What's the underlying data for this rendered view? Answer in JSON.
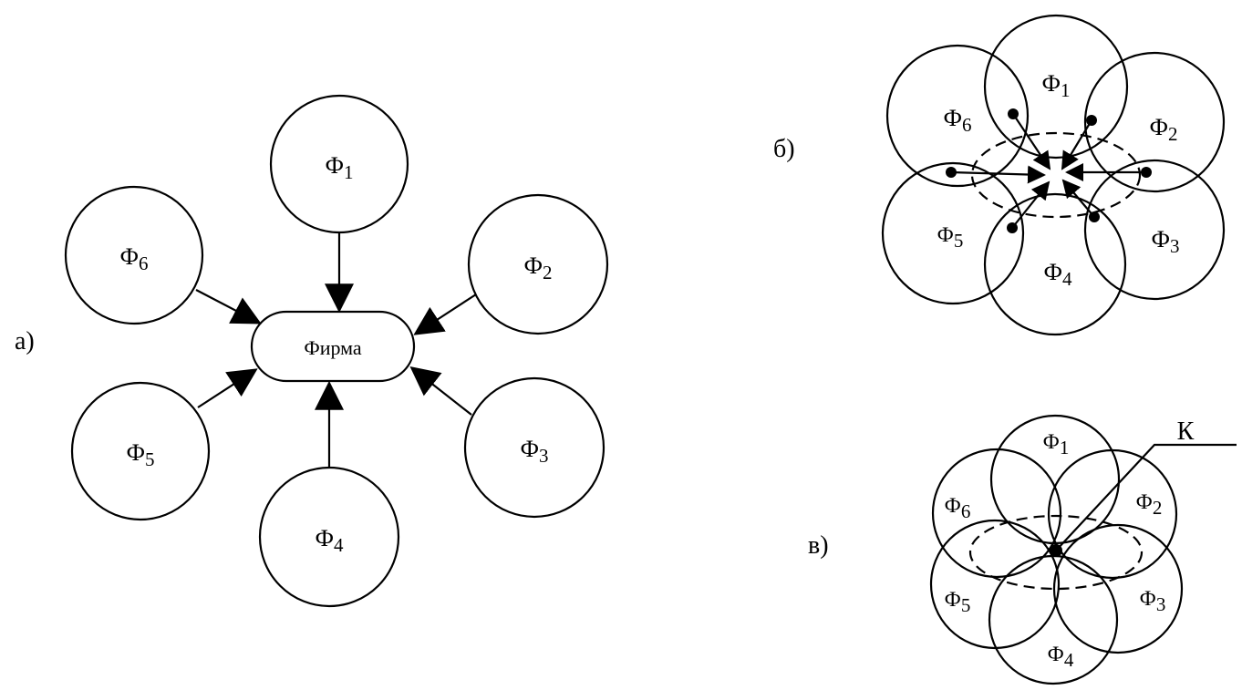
{
  "panel_a": {
    "label": "а)",
    "center_label": "Фирма",
    "nodes": [
      {
        "letter": "Ф",
        "sub": "1"
      },
      {
        "letter": "Ф",
        "sub": "2"
      },
      {
        "letter": "Ф",
        "sub": "3"
      },
      {
        "letter": "Ф",
        "sub": "4"
      },
      {
        "letter": "Ф",
        "sub": "5"
      },
      {
        "letter": "Ф",
        "sub": "6"
      }
    ]
  },
  "panel_b": {
    "label": "б)",
    "nodes": [
      {
        "letter": "Ф",
        "sub": "1"
      },
      {
        "letter": "Ф",
        "sub": "2"
      },
      {
        "letter": "Ф",
        "sub": "3"
      },
      {
        "letter": "Ф",
        "sub": "4"
      },
      {
        "letter": "Ф",
        "sub": "5"
      },
      {
        "letter": "Ф",
        "sub": "6"
      }
    ]
  },
  "panel_c": {
    "label": "в)",
    "pointer_label": "К",
    "nodes": [
      {
        "letter": "Ф",
        "sub": "1"
      },
      {
        "letter": "Ф",
        "sub": "2"
      },
      {
        "letter": "Ф",
        "sub": "3"
      },
      {
        "letter": "Ф",
        "sub": "4"
      },
      {
        "letter": "Ф",
        "sub": "5"
      },
      {
        "letter": "Ф",
        "sub": "6"
      }
    ]
  }
}
